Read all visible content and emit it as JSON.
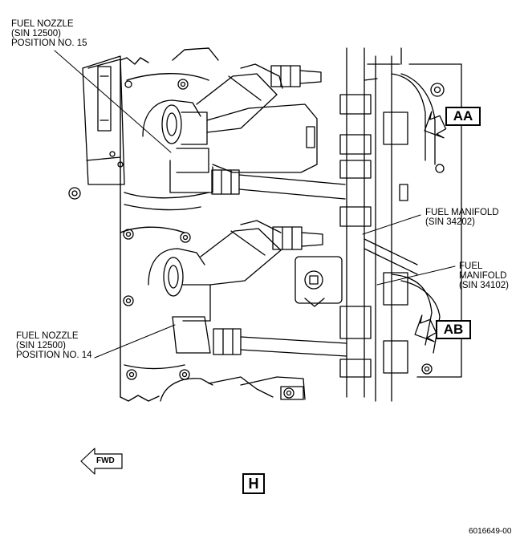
{
  "labels": {
    "nozzle_15": [
      "FUEL NOZZLE",
      "(SIN 12500)",
      "POSITION NO. 15"
    ],
    "nozzle_14": [
      "FUEL NOZZLE",
      "(SIN 12500)",
      "POSITION NO. 14"
    ],
    "manifold_34202": [
      "FUEL MANIFOLD",
      "(SIN 34202)"
    ],
    "manifold_34102": [
      "FUEL",
      "MANIFOLD",
      "(SIN 34102)"
    ]
  },
  "view_callouts": {
    "aa": "AA",
    "ab": "AB"
  },
  "direction": {
    "fwd": "FWD"
  },
  "view_letter": "H",
  "figure_number": "6016649-00"
}
